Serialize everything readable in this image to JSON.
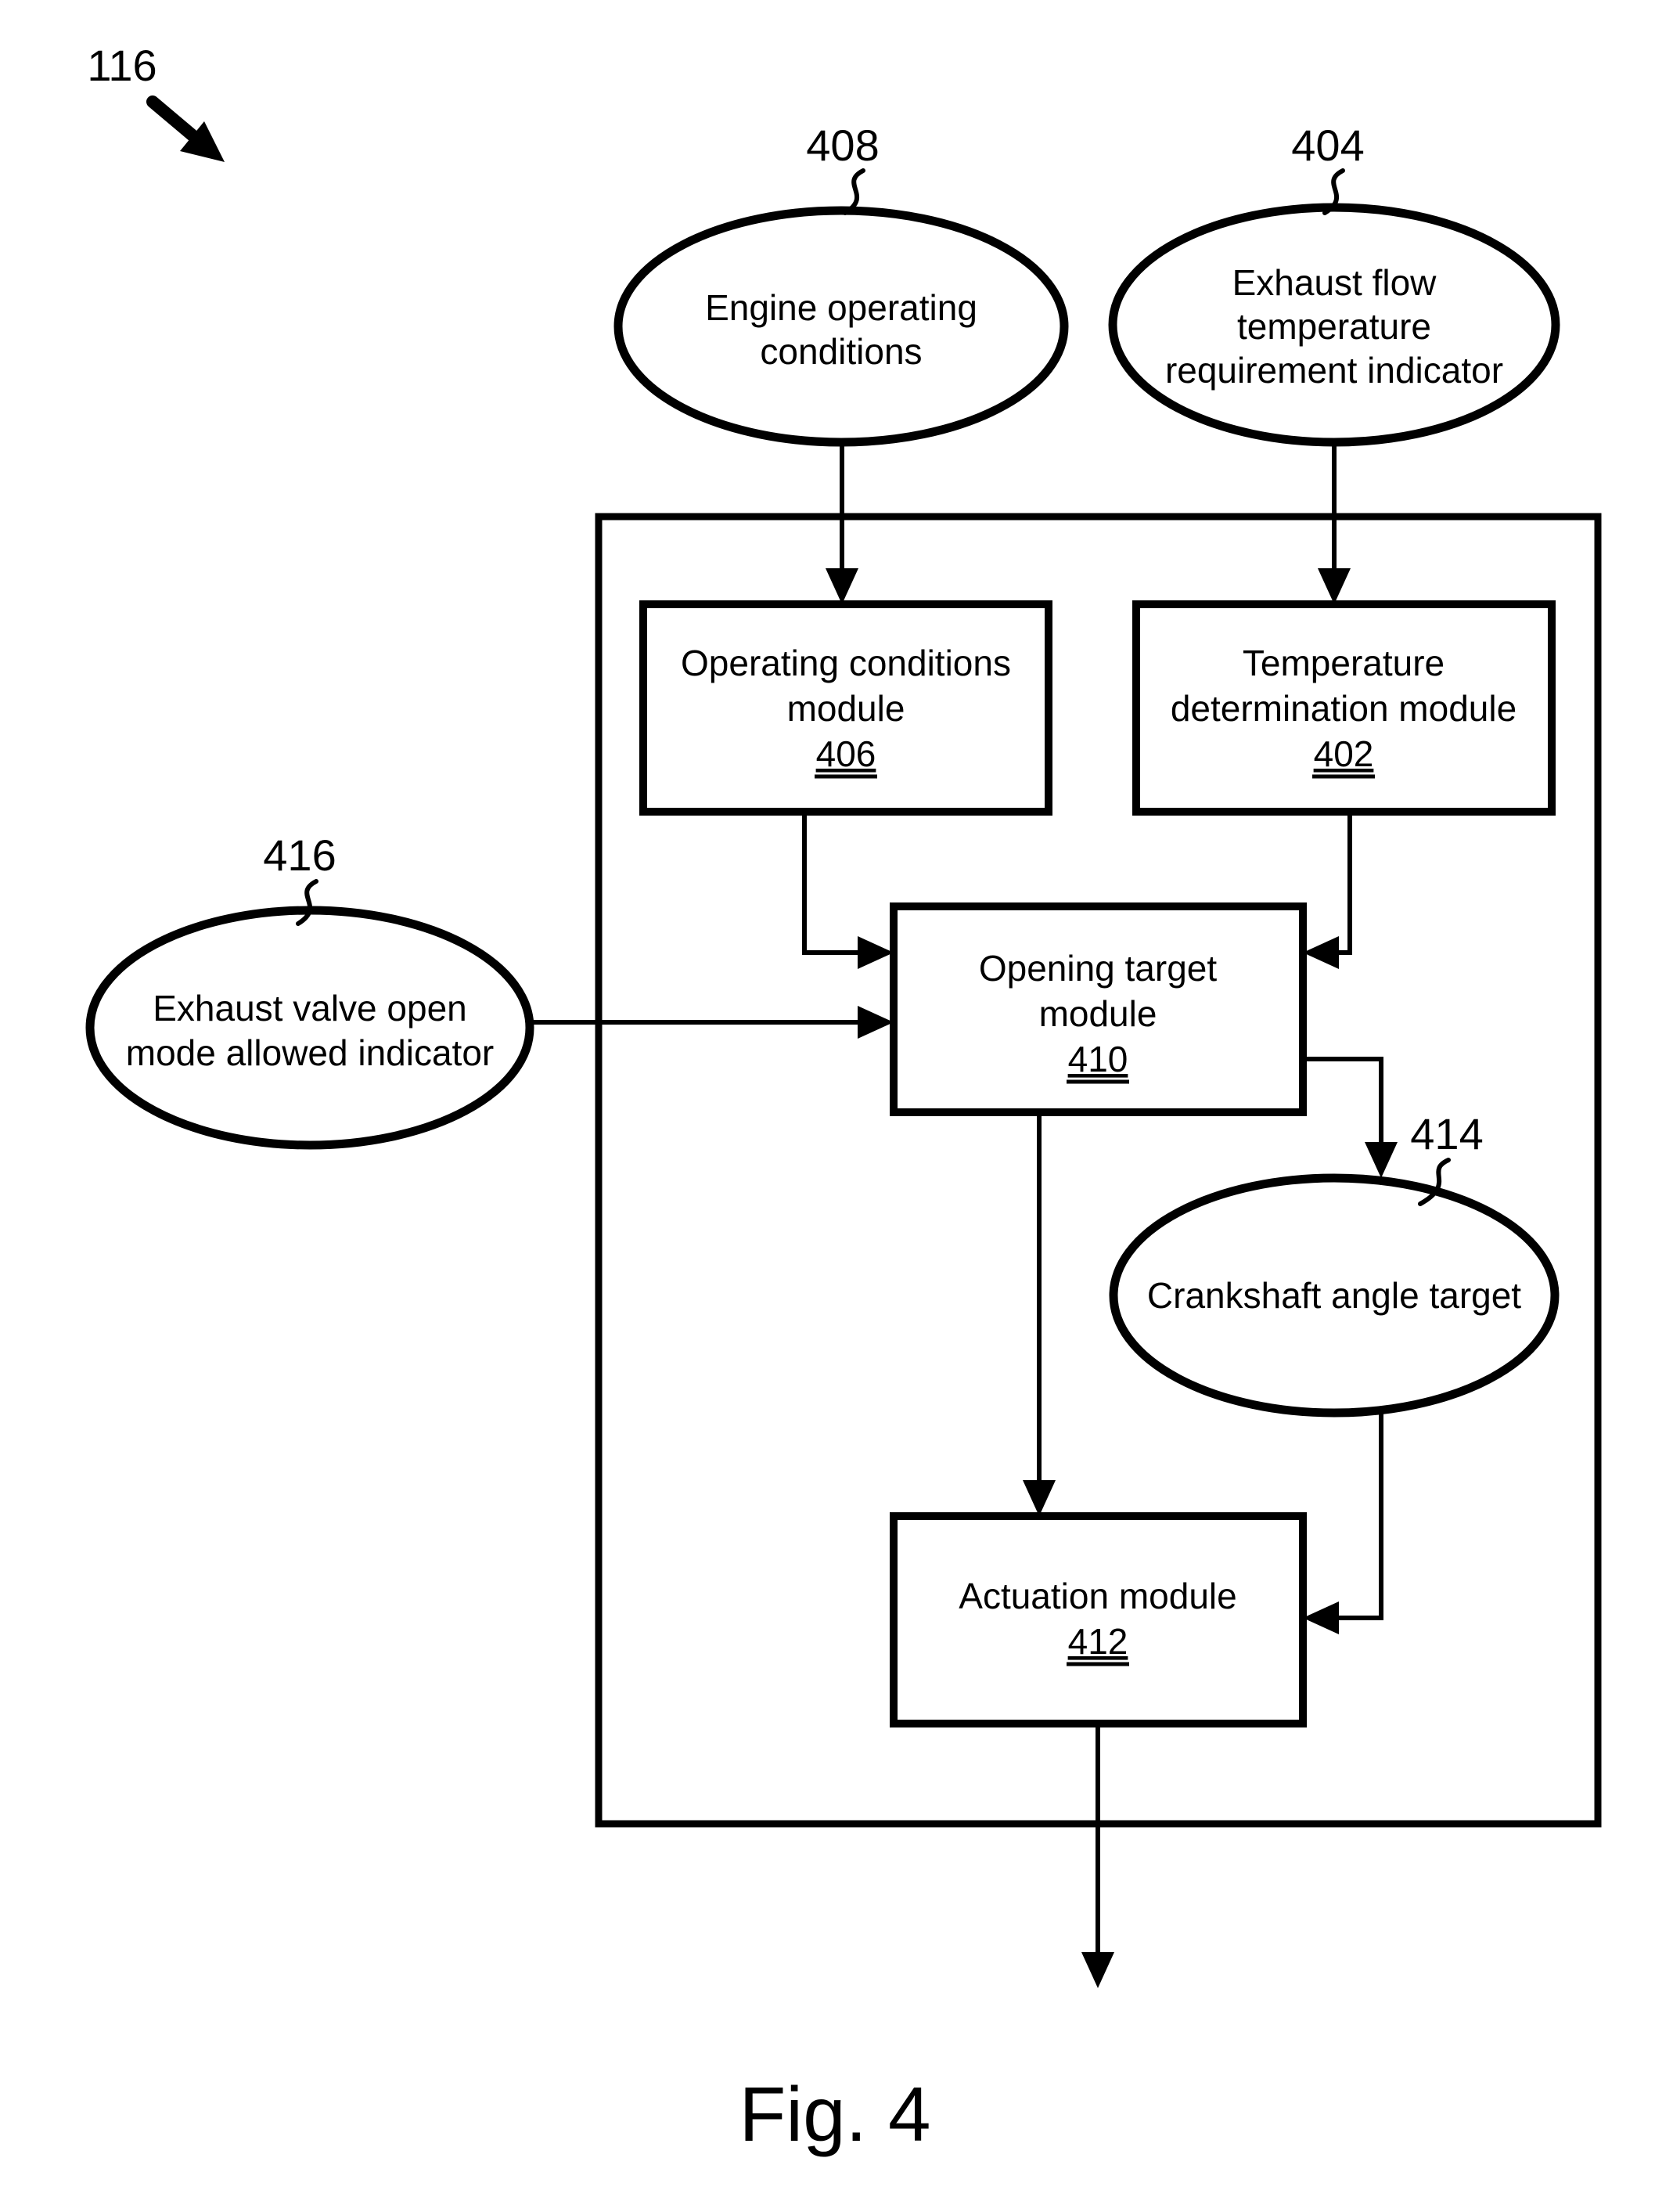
{
  "figure": {
    "ref": "116",
    "caption": "Fig. 4"
  },
  "colors": {
    "ink": "#000000",
    "background": "#ffffff"
  },
  "nodes": {
    "engine_operating_conditions": {
      "ref": "408",
      "shape": "ellipse",
      "lines": [
        "Engine operating",
        "conditions"
      ]
    },
    "exhaust_flow_temp": {
      "ref": "404",
      "shape": "ellipse",
      "lines": [
        "Exhaust flow",
        "temperature",
        "requirement indicator"
      ]
    },
    "operating_conditions_module": {
      "ref": "406",
      "shape": "box",
      "lines": [
        "Operating conditions",
        "module"
      ]
    },
    "temperature_determination_module": {
      "ref": "402",
      "shape": "box",
      "lines": [
        "Temperature",
        "determination module"
      ]
    },
    "exhaust_valve_open": {
      "ref": "416",
      "shape": "ellipse",
      "lines": [
        "Exhaust valve open",
        "mode allowed indicator"
      ]
    },
    "opening_target_module": {
      "ref": "410",
      "shape": "box",
      "lines": [
        "Opening target",
        "module"
      ]
    },
    "crankshaft_angle_target": {
      "ref": "414",
      "shape": "ellipse",
      "lines": [
        "Crankshaft angle target"
      ]
    },
    "actuation_module": {
      "ref": "412",
      "shape": "box",
      "lines": [
        "Actuation module"
      ]
    }
  },
  "edges": [
    {
      "from": "408",
      "to": "406"
    },
    {
      "from": "404",
      "to": "402"
    },
    {
      "from": "406",
      "to": "410"
    },
    {
      "from": "402",
      "to": "410"
    },
    {
      "from": "416",
      "to": "410"
    },
    {
      "from": "410",
      "to": "414"
    },
    {
      "from": "410",
      "to": "412"
    },
    {
      "from": "414",
      "to": "412"
    },
    {
      "from": "412",
      "to": "out"
    }
  ]
}
